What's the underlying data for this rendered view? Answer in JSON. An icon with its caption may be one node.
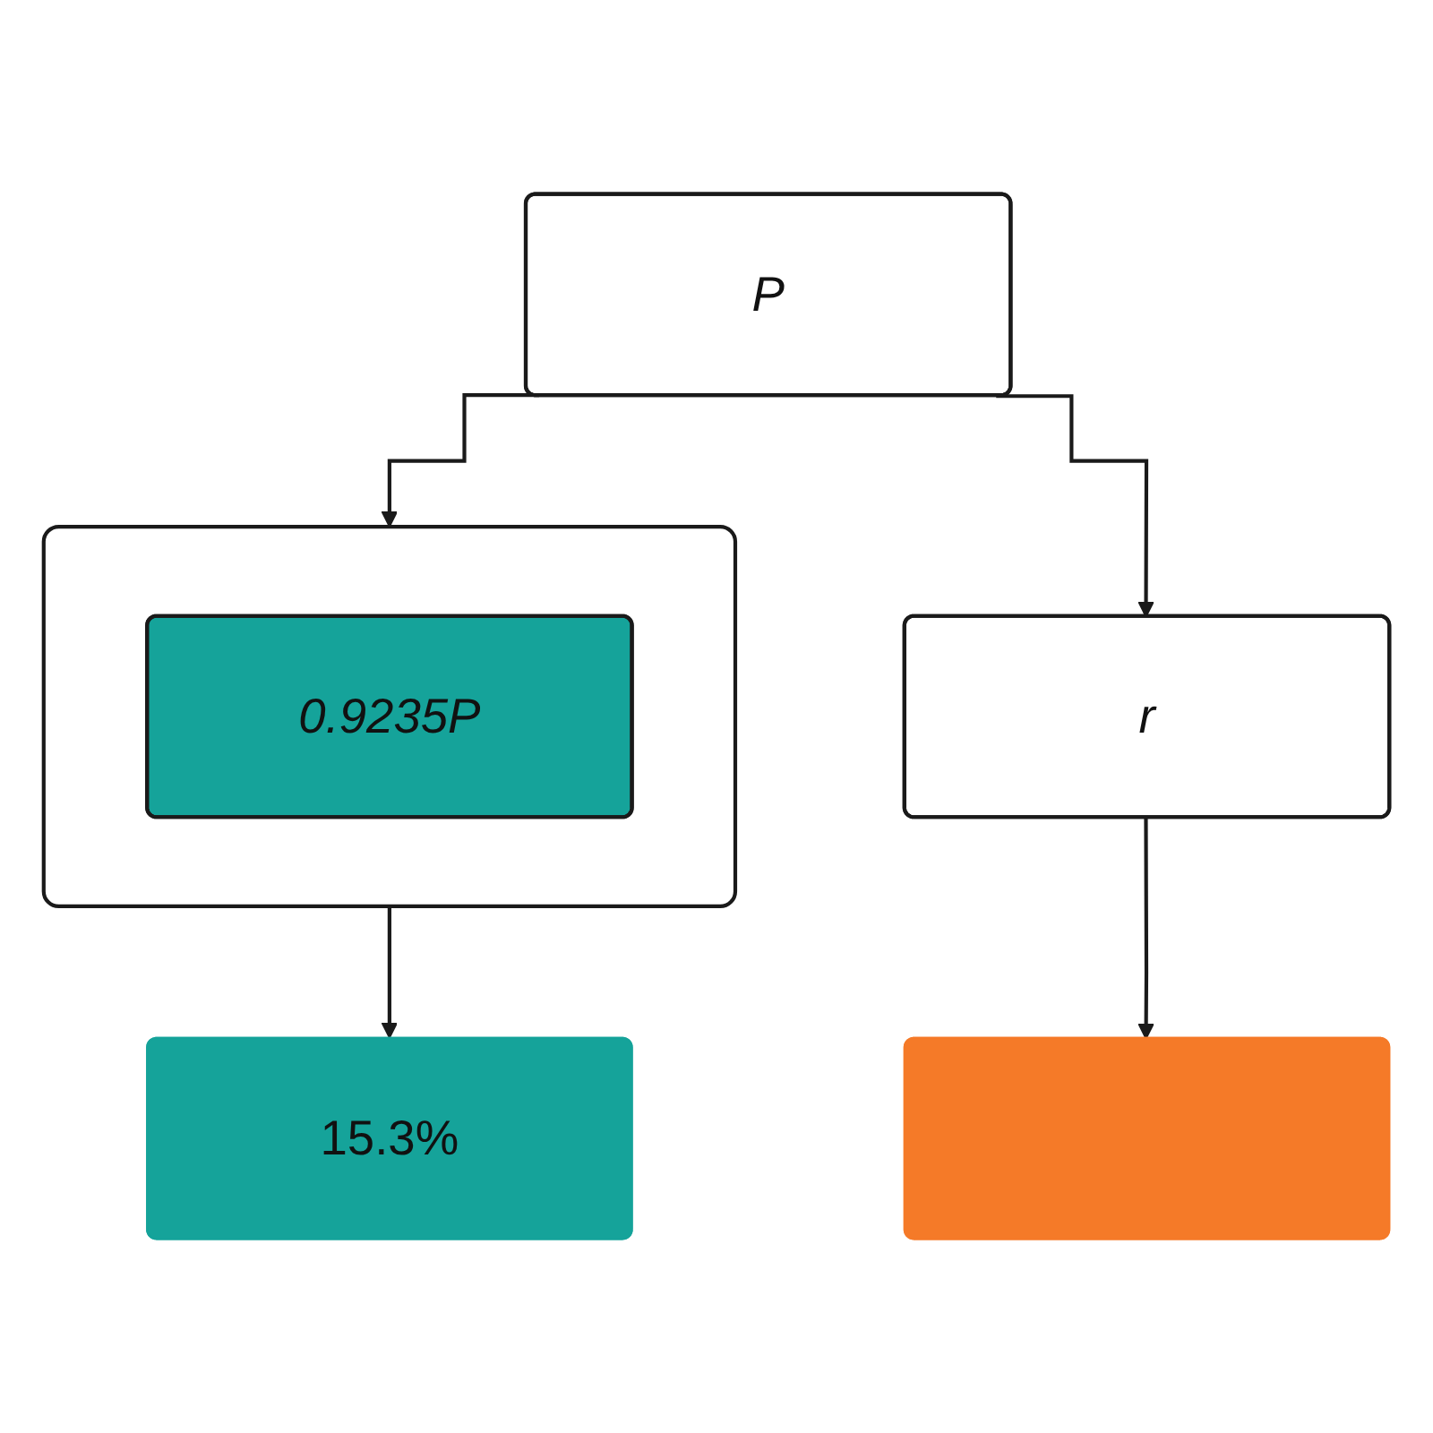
{
  "diagram": {
    "nodes": [
      {
        "text": [
          "P"
        ]
      },
      {
        "text": [],
        "shape": "box"
      },
      {
        "text": [
          "0.9235P"
        ],
        "in": 1
      },
      {
        "text": [
          "r"
        ]
      },
      {
        "text": [
          "15.3%"
        ]
      },
      {
        "text": [],
        "shape": "box"
      }
    ],
    "edges": [
      {
        "from": 0,
        "to": 1,
        "arrow": "to"
      },
      {
        "from": 0,
        "to": 3,
        "arrow": "to"
      },
      {
        "from": 1,
        "to": 4,
        "arrow": "to"
      },
      {
        "from": 3,
        "to": 5,
        "arrow": "to"
      }
    ]
  }
}
